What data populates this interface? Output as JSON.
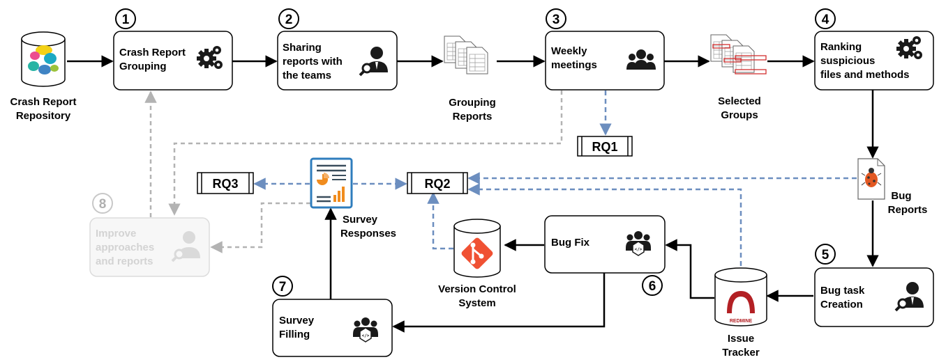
{
  "steps": {
    "s1": {
      "number": "1",
      "line1": "Crash Report",
      "line2": "Grouping"
    },
    "s2": {
      "number": "2",
      "line1": "Sharing",
      "line2": "reports with",
      "line3": "the teams"
    },
    "s3": {
      "number": "3",
      "line1": "Weekly",
      "line2": "meetings"
    },
    "s4": {
      "number": "4",
      "line1": "Ranking",
      "line2": "suspicious",
      "line3": "files and methods"
    },
    "s5": {
      "number": "5",
      "line1": "Bug task",
      "line2": "Creation"
    },
    "s6": {
      "number": "6",
      "line1": "Bug Fix"
    },
    "s7": {
      "number": "7",
      "line1": "Survey",
      "line2": "Filling"
    },
    "s8": {
      "number": "8",
      "line1": "Improve",
      "line2": "approaches",
      "line3": "and reports"
    }
  },
  "artifacts": {
    "crash_repo": {
      "line1": "Crash Report",
      "line2": "Repository"
    },
    "grouping_reports": {
      "line1": "Grouping",
      "line2": "Reports"
    },
    "selected_groups": {
      "line1": "Selected",
      "line2": "Groups"
    },
    "bug_reports": {
      "line1": "Bug",
      "line2": "Reports"
    },
    "issue_tracker": {
      "line1": "Issue",
      "line2": "Tracker",
      "logo_text": "REDMINE"
    },
    "vcs": {
      "line1": "Version Control",
      "line2": "System"
    },
    "survey": {
      "line1": "Survey",
      "line2": "Responses"
    }
  },
  "research_questions": {
    "rq1": "RQ1",
    "rq2": "RQ2",
    "rq3": "RQ3"
  },
  "colors": {
    "solid_arrow": "#000000",
    "blue_dashed": "#6c8ebf",
    "grey_dashed": "#b3b3b3",
    "git_red": "#f05133",
    "redmine_red": "#b32024",
    "report_blue": "#2f7dbd",
    "report_orange": "#f08c1e"
  }
}
